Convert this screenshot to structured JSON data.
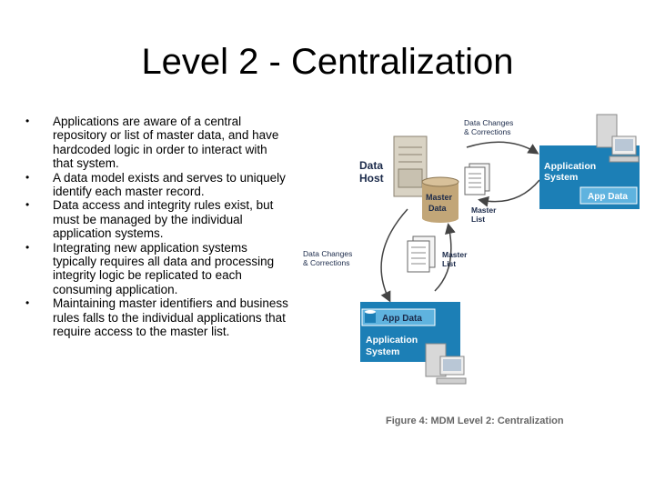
{
  "slide": {
    "title": "Level 2 - Centralization",
    "bullets": [
      "Applications are aware of a central repository or list of master data, and have hardcoded logic in order to interact with that system.",
      "A data model exists and serves to uniquely identify each master record.",
      "Data access and integrity rules exist, but must be managed by the individual application systems.",
      "Integrating new application systems typically requires all data and processing integrity logic be replicated to each consuming application.",
      "Maintaining master identifiers and business rules falls to the individual applications that require access to the master list."
    ],
    "bullet_glyph": "•"
  },
  "diagram": {
    "top_changes_label": [
      "Data Changes",
      "& Corrections"
    ],
    "left_changes_label": [
      "Data Changes",
      "& Corrections"
    ],
    "data_host_label": [
      "Data",
      "Host"
    ],
    "master_data_label": [
      "Master",
      "Data"
    ],
    "master_list_top_label": [
      "Master",
      "List"
    ],
    "master_list_mid_label": [
      "Master",
      "List"
    ],
    "app_system_top_label": [
      "Application",
      "System"
    ],
    "app_data_top_label": "App Data",
    "app_system_bottom_label": [
      "Application",
      "System"
    ],
    "app_data_bottom_label": "App Data",
    "caption": "Figure 4: MDM Level 2: Centralization",
    "colors": {
      "panel_blue": "#1c7fb6",
      "panel_light": "#5fb3df",
      "master_data_tan": "#c2a678",
      "navy_text": "#1b2a4a",
      "arrow": "#444444"
    }
  }
}
